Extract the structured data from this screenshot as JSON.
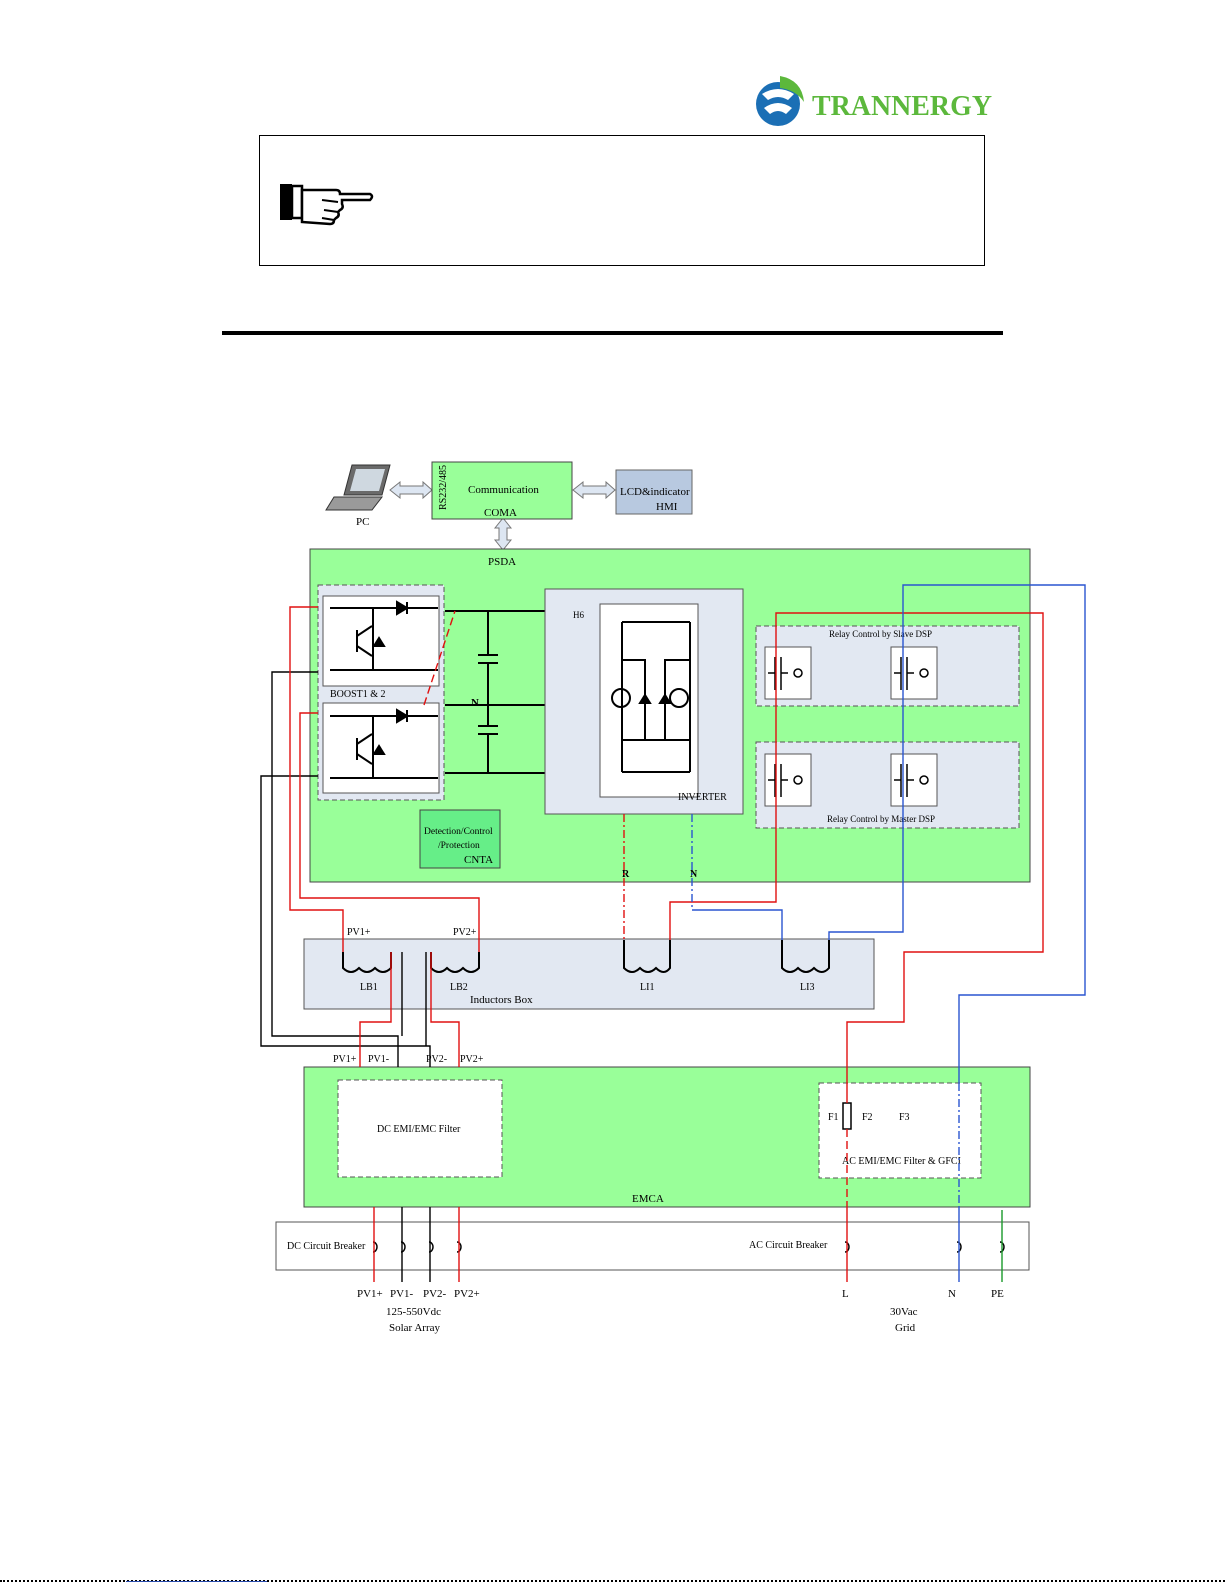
{
  "brand": {
    "name": "TRANNERGY",
    "color_blue": "#1b6fb5",
    "color_green": "#5cb83c"
  },
  "note": {
    "icon": "pointing-hand-icon",
    "text": ""
  },
  "diagram": {
    "pc_label": "PC",
    "comm": {
      "side_label": "RS232/485",
      "label": "Communication",
      "name": "COMA"
    },
    "hmi": {
      "label": "LCD&indicator",
      "name": "HMI"
    },
    "psda": "PSDA",
    "boost_label": "BOOST1 & 2",
    "n_label": "N",
    "h6_label": "H6",
    "inverter_label": "INVERTER",
    "relay_slave": "Relay Control by Slave DSP",
    "relay_master": "Relay Control by Master DSP",
    "cnta": {
      "line1": "Detection/Control",
      "line2": "/Protection",
      "name": "CNTA"
    },
    "r_label": "R",
    "n_out_label": "N",
    "inductors": {
      "pv1": "PV1+",
      "pv2": "PV2+",
      "lb1": "LB1",
      "lb2": "LB2",
      "li1": "LI1",
      "li3": "LI3",
      "box": "Inductors Box"
    },
    "emca_inputs": [
      "PV1+",
      "PV1-",
      "PV2-",
      "PV2+"
    ],
    "dc_filter": "DC EMI/EMC Filter",
    "fuses": [
      "F1",
      "F2",
      "F3"
    ],
    "ac_filter": "AC EMI/EMC Filter & GFCI",
    "emca": "EMCA",
    "dc_breaker": "DC Circuit Breaker",
    "ac_breaker": "AC Circuit Breaker",
    "dc_terminals": [
      "PV1+",
      "PV1-",
      "PV2-",
      "PV2+"
    ],
    "solar": {
      "line1": "125-550Vdc",
      "line2": "Solar Array"
    },
    "ac_terminals": [
      "L",
      "N",
      "PE"
    ],
    "grid": {
      "line1": "30Vac",
      "line2": "Grid"
    },
    "colors": {
      "block_fill": "#99ff99",
      "sub_fill": "#e2e8f2",
      "hmi_fill": "#b8c9e0",
      "red_wire": "#e01010",
      "blue_wire": "#2a55d0",
      "green_wire": "#1a9a2a"
    }
  }
}
